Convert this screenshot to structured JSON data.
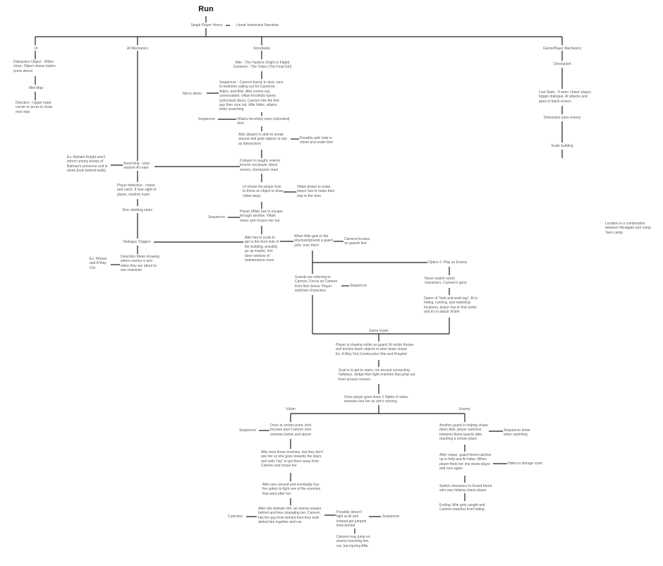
{
  "title": "Run",
  "subtitle": "Single Player Horror",
  "subtitle_tag": "Linear Interactive Narration",
  "branches": {
    "ui": "UI",
    "ai": "AI Mechanics",
    "story": "Storybeats",
    "game": "Game/Player Mechanics"
  },
  "ui": {
    "distraction": "Distraction Object - When close, Object shows button press above",
    "minimap": "Mini Map",
    "direction": "Direction - Upper hand corner or press to show next step"
  },
  "ai": {
    "arkham": "Ex. Arkham Knight won't inform enemy knows of Batman's presence and is alone (look behind walls)",
    "searching": "Searching - slow random AI roam",
    "detection": "Player detection - chase and catch. If lose sight of player, random roam",
    "climbing": "Run climbing stairs",
    "dialogue": "Dialogue Triggers",
    "hitman": "Ex. Hitman and A Way Out",
    "meter": "Detection Meter showing where enemy is and when they are about to see character"
  },
  "story": {
    "characters": "Allie - The Hysteric (Fight or Flight)\nCameron - The Token (The Final Girl)",
    "not_in_demo": "Not in demo",
    "seq1": "Sequencer - Camren bursts in door, runs to bedroom calling out for Cameron, Aiden, and Allie. Allie comes out, conversation, villain forcefully opens (unlocked) doors, Camren hits the first guy then runs out. Allie hides, villains enter searching",
    "seq2_label": "Sequencer",
    "seq2": "Villains forcefully open (unlocked) door",
    "sneak": "Allie (player) is able to sneak around and grab objects to use as distractions",
    "hide": "Possibly add: hide in closet and under bed",
    "caught": "If player is caught, enemy knocks out player, black screen, checkpoint reset",
    "ui_throw": "UI shows the player how to throw an object to draw villain away",
    "villain_drawn": "Villain drawn to noise, player has to make their way to the door",
    "seq3_label": "Sequencer",
    "escape": "Player (Allie) has to escape through window. Villain hears and chases her out",
    "scale": "Allie has to scale to get to the front side of the building, possibly go up maybe, into door/ window of maintenance room",
    "flat": "When Allie gets to flat structure/ground a guard yells 'over there'",
    "camera": "Camera focuses on guards first",
    "option2": "Option 2: Play as Enemy",
    "never": "Never switch victim characters, Camren's gone",
    "hide_seek": "Game of \"hide and seek tag\". AI is hiding, running, and switching locations, player has to find victim and try to attack Victim",
    "guards": "Guards are referring to Camren. Focus on Camren from floor below. Player switches characters",
    "seq4_label": "Sequencer",
    "same_goals": "Same Goals",
    "chasing": "Player is chasing victim as guard, AI victim throws and knocks down objects to slow down chase\nEx. A Way Out Construction Site and Hospital",
    "goal": "Goal is to get to stairs, run around connecting hallways, dodge then fight enemies that jump out from around corners",
    "down": "Once player goes down 2 flights of stairs, enemies see her as she's running",
    "victim": "Victim",
    "enemy": "Enemy",
    "seq5_label": "Sequencer",
    "shot": "Once at certain point, shot focuses past Camren onto enemies below and above",
    "sees": "Allie sees these enemies, but they don't see her so she goes towards the stairs and yells 'hey' to get them away from Camren and chase her",
    "runs": "Allie runs around and eventually has the option to fight one of the enemies that went after her",
    "cutscene": "Cutscene",
    "defeats": "After she defeats him, an enemy sneaks behind and tries strangling her. Camren hits the guy from behind then they both defeat him together and run",
    "possibly": "Possibly doesn't fight at all and instead get jumped from behind",
    "seq6_label": "Sequencer",
    "jump": "Camren may jump on enemy knocking him out, but injuring Allie",
    "another": "Another guard is helping chase down Allie, player switches between these guards after reaching a certain place",
    "seq_shots": "Sequencer shots when switching",
    "after_chase": "After chase, guard friend catches up to help and AI hides. When player finds her she starts player and runs again",
    "hides_storage": "Hides in storage room",
    "switch": "Switch characters to Guard friend who was helping chase player",
    "ending": "Ending: Allie gets caught and Camren watches from hiding"
  },
  "game": {
    "checkpoint": "Checkpoint",
    "lost_state": "Lost State - If seen 'chase' player, trigger dialogue, AI attacks and goes to black screen",
    "distraction_lures": "Distraction lures enemy",
    "scale_building": "Scale building"
  },
  "location_note": "Location is a combination between Westgate and camp Teen camp."
}
